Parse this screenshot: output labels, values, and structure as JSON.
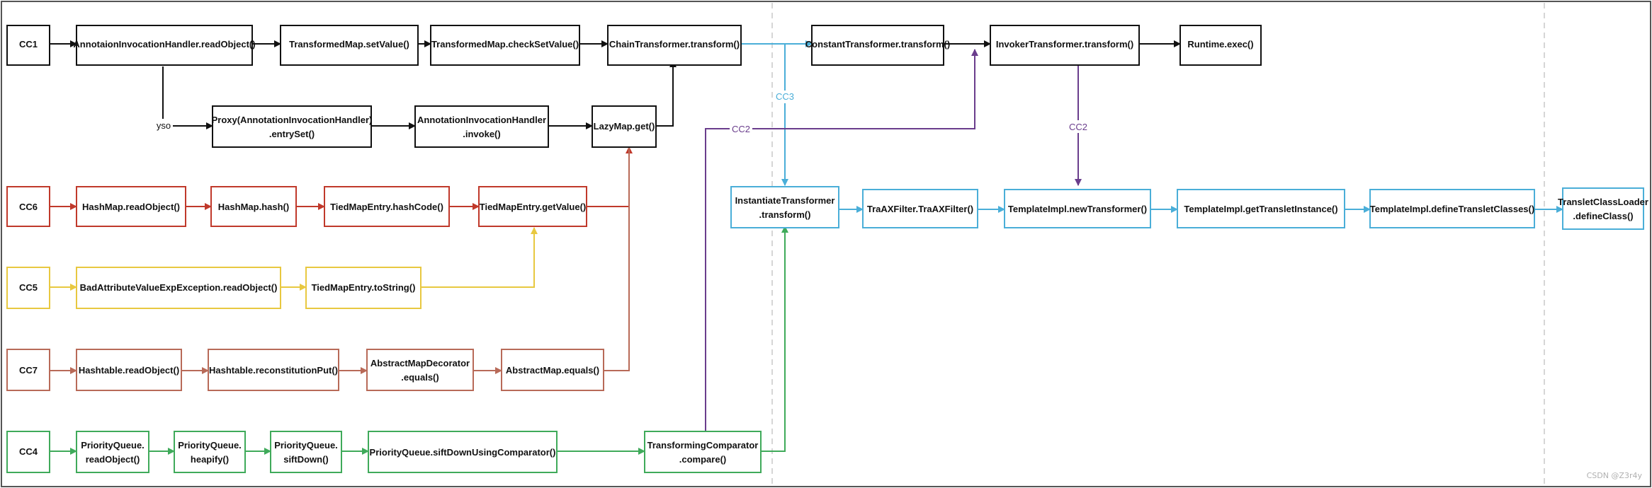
{
  "colors": {
    "black": "#111111",
    "red": "#c0392b",
    "yellow": "#e8c840",
    "brown": "#b86a58",
    "green": "#3faa5a",
    "blue": "#4aaed8",
    "purple": "#6a3d8c"
  },
  "nodes": {
    "cc1": "CC1",
    "annotation_readobject": "AnnotaionInvocationHandler.readObject()",
    "transformedmap_setvalue": "TransformedMap.setValue()",
    "transformedmap_checksetvalue": "TransformedMap.checkSetValue()",
    "chaintransformer_transform": "ChainTransformer.transform()",
    "constanttransformer_transform": "ConstantTransformer.transform()",
    "invokertransformer_transform": "InvokerTransformer.transform()",
    "runtime_exec": "Runtime.exec()",
    "proxy_entryset": [
      "Proxy(AnnotationInvocationHandler)",
      ".entrySet()"
    ],
    "annotation_invoke": [
      "AnnotationInvocationHandler",
      ".invoke()"
    ],
    "lazymap_get": "LazyMap.get()",
    "cc6": "CC6",
    "hashmap_readobject": "HashMap.readObject()",
    "hashmap_hash": "HashMap.hash()",
    "tiedmapentry_hashcode": "TiedMapEntry.hashCode()",
    "tiedmapentry_getvalue": "TiedMapEntry.getValue()",
    "cc5": "CC5",
    "badattribute_readobject": "BadAttributeValueExpException.readObject()",
    "tiedmapentry_tostring": "TiedMapEntry.toString()",
    "cc7": "CC7",
    "hashtable_readobject": "Hashtable.readObject()",
    "hashtable_reconstitutionput": "Hashtable.reconstitutionPut()",
    "abstractmapdecorator_equals": [
      "AbstractMapDecorator",
      ".equals()"
    ],
    "abstractmap_equals": "AbstractMap.equals()",
    "cc4": "CC4",
    "priorityqueue_readobject": [
      "PriorityQueue.",
      "readObject()"
    ],
    "priorityqueue_heapify": [
      "PriorityQueue.",
      "heapify()"
    ],
    "priorityqueue_siftdown": [
      "PriorityQueue.",
      "siftDown()"
    ],
    "priorityqueue_siftdownusingcomparator": "PriorityQueue.siftDownUsingComparator()",
    "transformingcomparator_compare": [
      "TransformingComparator",
      ".compare()"
    ],
    "instantiatetransformer_transform": [
      "InstantiateTransformer",
      ".transform()"
    ],
    "traxfilter": "TraAXFilter.TraAXFilter()",
    "templatesimpl_newtransformer": "TemplateImpl.newTransformer()",
    "templatesimpl_gettransletinstance": "TemplateImpl.getTransletInstance()",
    "templatesimpl_definetransletclasses": "TemplateImpl.defineTransletClasses()",
    "transletclassloader_defineclass": [
      "TransletClassLoader",
      ".defineClass()"
    ]
  },
  "edge_labels": {
    "yso": "yso",
    "cc3": "CC3",
    "cc2_left": "CC2",
    "cc2_right": "CC2"
  },
  "watermark": "CSDN @Z3r4y"
}
